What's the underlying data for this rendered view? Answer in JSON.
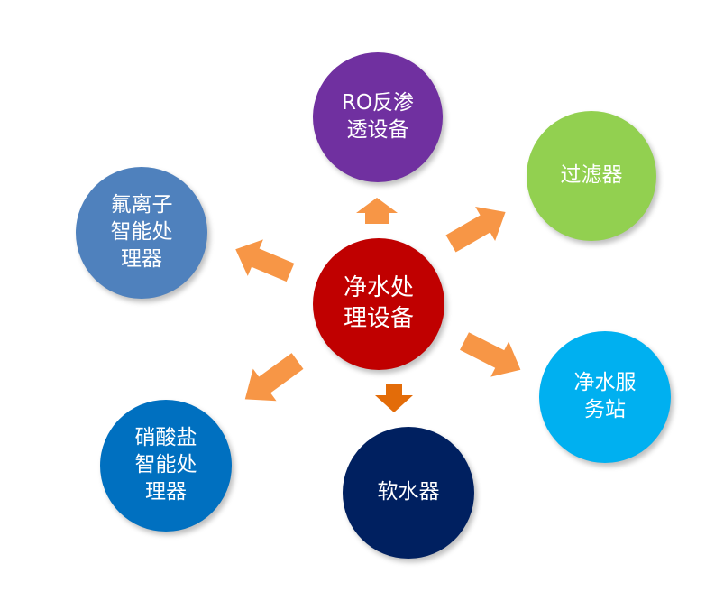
{
  "center": {
    "line1": "净水处",
    "line2": "理设备",
    "color": "#C00000"
  },
  "nodes": {
    "ro": {
      "line1": "RO反渗",
      "line2": "透设备",
      "color": "#7030A0"
    },
    "filter": {
      "line1": "过滤器",
      "color": "#92D050"
    },
    "station": {
      "line1": "净水服",
      "line2": "务站",
      "color": "#00B0F0"
    },
    "softener": {
      "line1": "软水器",
      "color": "#002060"
    },
    "nitrate": {
      "line1": "硝酸盐",
      "line2": "智能处",
      "line3": "理器",
      "color": "#0070C0"
    },
    "fluoride": {
      "line1": "氟离子",
      "line2": "智能处",
      "line3": "理器",
      "color": "#4F81BD"
    }
  },
  "arrow_colors": {
    "light": "#F79646",
    "dark": "#E36C09"
  }
}
